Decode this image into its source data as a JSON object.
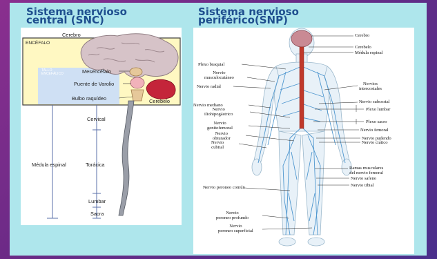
{
  "left": {
    "title_line1": "Sistema nervioso",
    "title_line2": "central (SNC)",
    "encefalo": "ENCÉFALO",
    "tallo_line1": "TALLO",
    "tallo_line2": "ENCEFÁLICO",
    "cerebro": "Cerebro",
    "mesencefalo": "Mesencéfalo",
    "puente": "Puente de Varolio",
    "bulbo": "Bulbo raquídeo",
    "cerebelo": "Cerebelo",
    "cervical": "Cervical",
    "medula": "Médula espinal",
    "toracica": "Torácica",
    "lumbar": "Lumbar",
    "sacra": "Sacra"
  },
  "right": {
    "title_line1": "Sistema nervioso",
    "title_line2": "periférico(SNP)",
    "labels": {
      "cerebro": "Cerebro",
      "cerebelo": "Cerebelo",
      "medula": "Médula espinal",
      "plexo_braquial": "Plexo braquial",
      "musculocutaneo": "Nervio\nmusculocutáneo",
      "radial": "Nervio radial",
      "intercostales": "Nervios\nintercostales",
      "mediano": "Nervio mediano",
      "iliohipogastrico": "Nervio\niliohipogástrico",
      "subcostal": "Nervio subcostal",
      "plexo_lumbar": "Plexo lumbar",
      "genitofemoral": "Nervio\ngenitofemoral",
      "plexo_sacro": "Plexo sacro",
      "obturador": "Nervio\nobturador",
      "femoral": "Nervio femoral",
      "pudendo": "Nervio pudendo",
      "cubital": "Nervio\ncubital",
      "ciatico": "Nervio ciático",
      "ramas": "Ramas musculares\ndel nervio femoral",
      "safeno": "Nervio safeno",
      "tibial": "Nervio tibial",
      "peroneo_comun": "Nervio peroneo común",
      "peroneo_profundo": "Nervio\nperoneo profundo",
      "peroneo_superficial": "Nervio\nperoneo superficial"
    }
  },
  "colors": {
    "background": "#aee6ec",
    "title": "#1f4f8f",
    "encephalon_box": "#fff8c2",
    "brain": "#d8c8cc",
    "cerebellum": "#c4253a",
    "nerves": "#4f97cf",
    "spinal_cord": "#c0392b"
  }
}
